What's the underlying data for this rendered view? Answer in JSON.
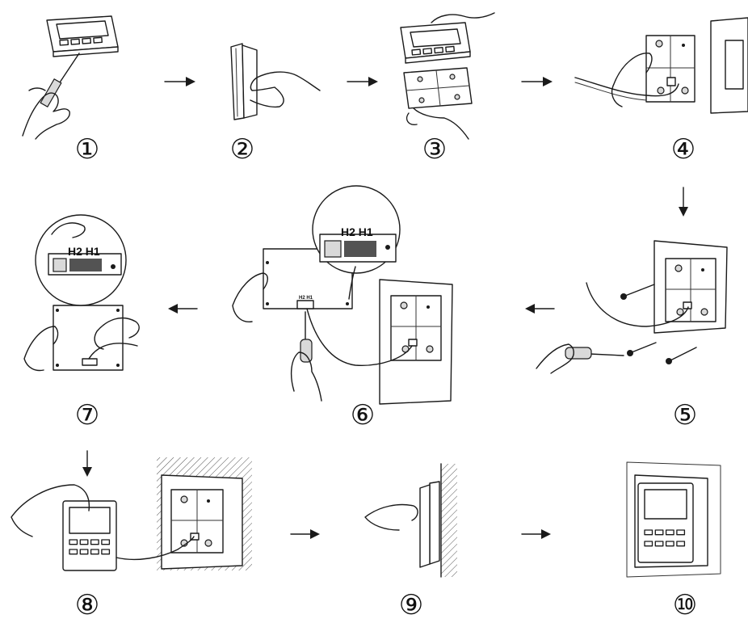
{
  "steps": [
    {
      "number": "①"
    },
    {
      "number": "②"
    },
    {
      "number": "③"
    },
    {
      "number": "④"
    },
    {
      "number": "⑤"
    },
    {
      "number": "⑥"
    },
    {
      "number": "⑦"
    },
    {
      "number": "⑧"
    },
    {
      "number": "⑨"
    },
    {
      "number": "⑩"
    }
  ],
  "terminal_labels": {
    "step6_zoom": "H2 H1",
    "step6_small": "H2 H1",
    "step7_zoom": "H2 H1"
  }
}
